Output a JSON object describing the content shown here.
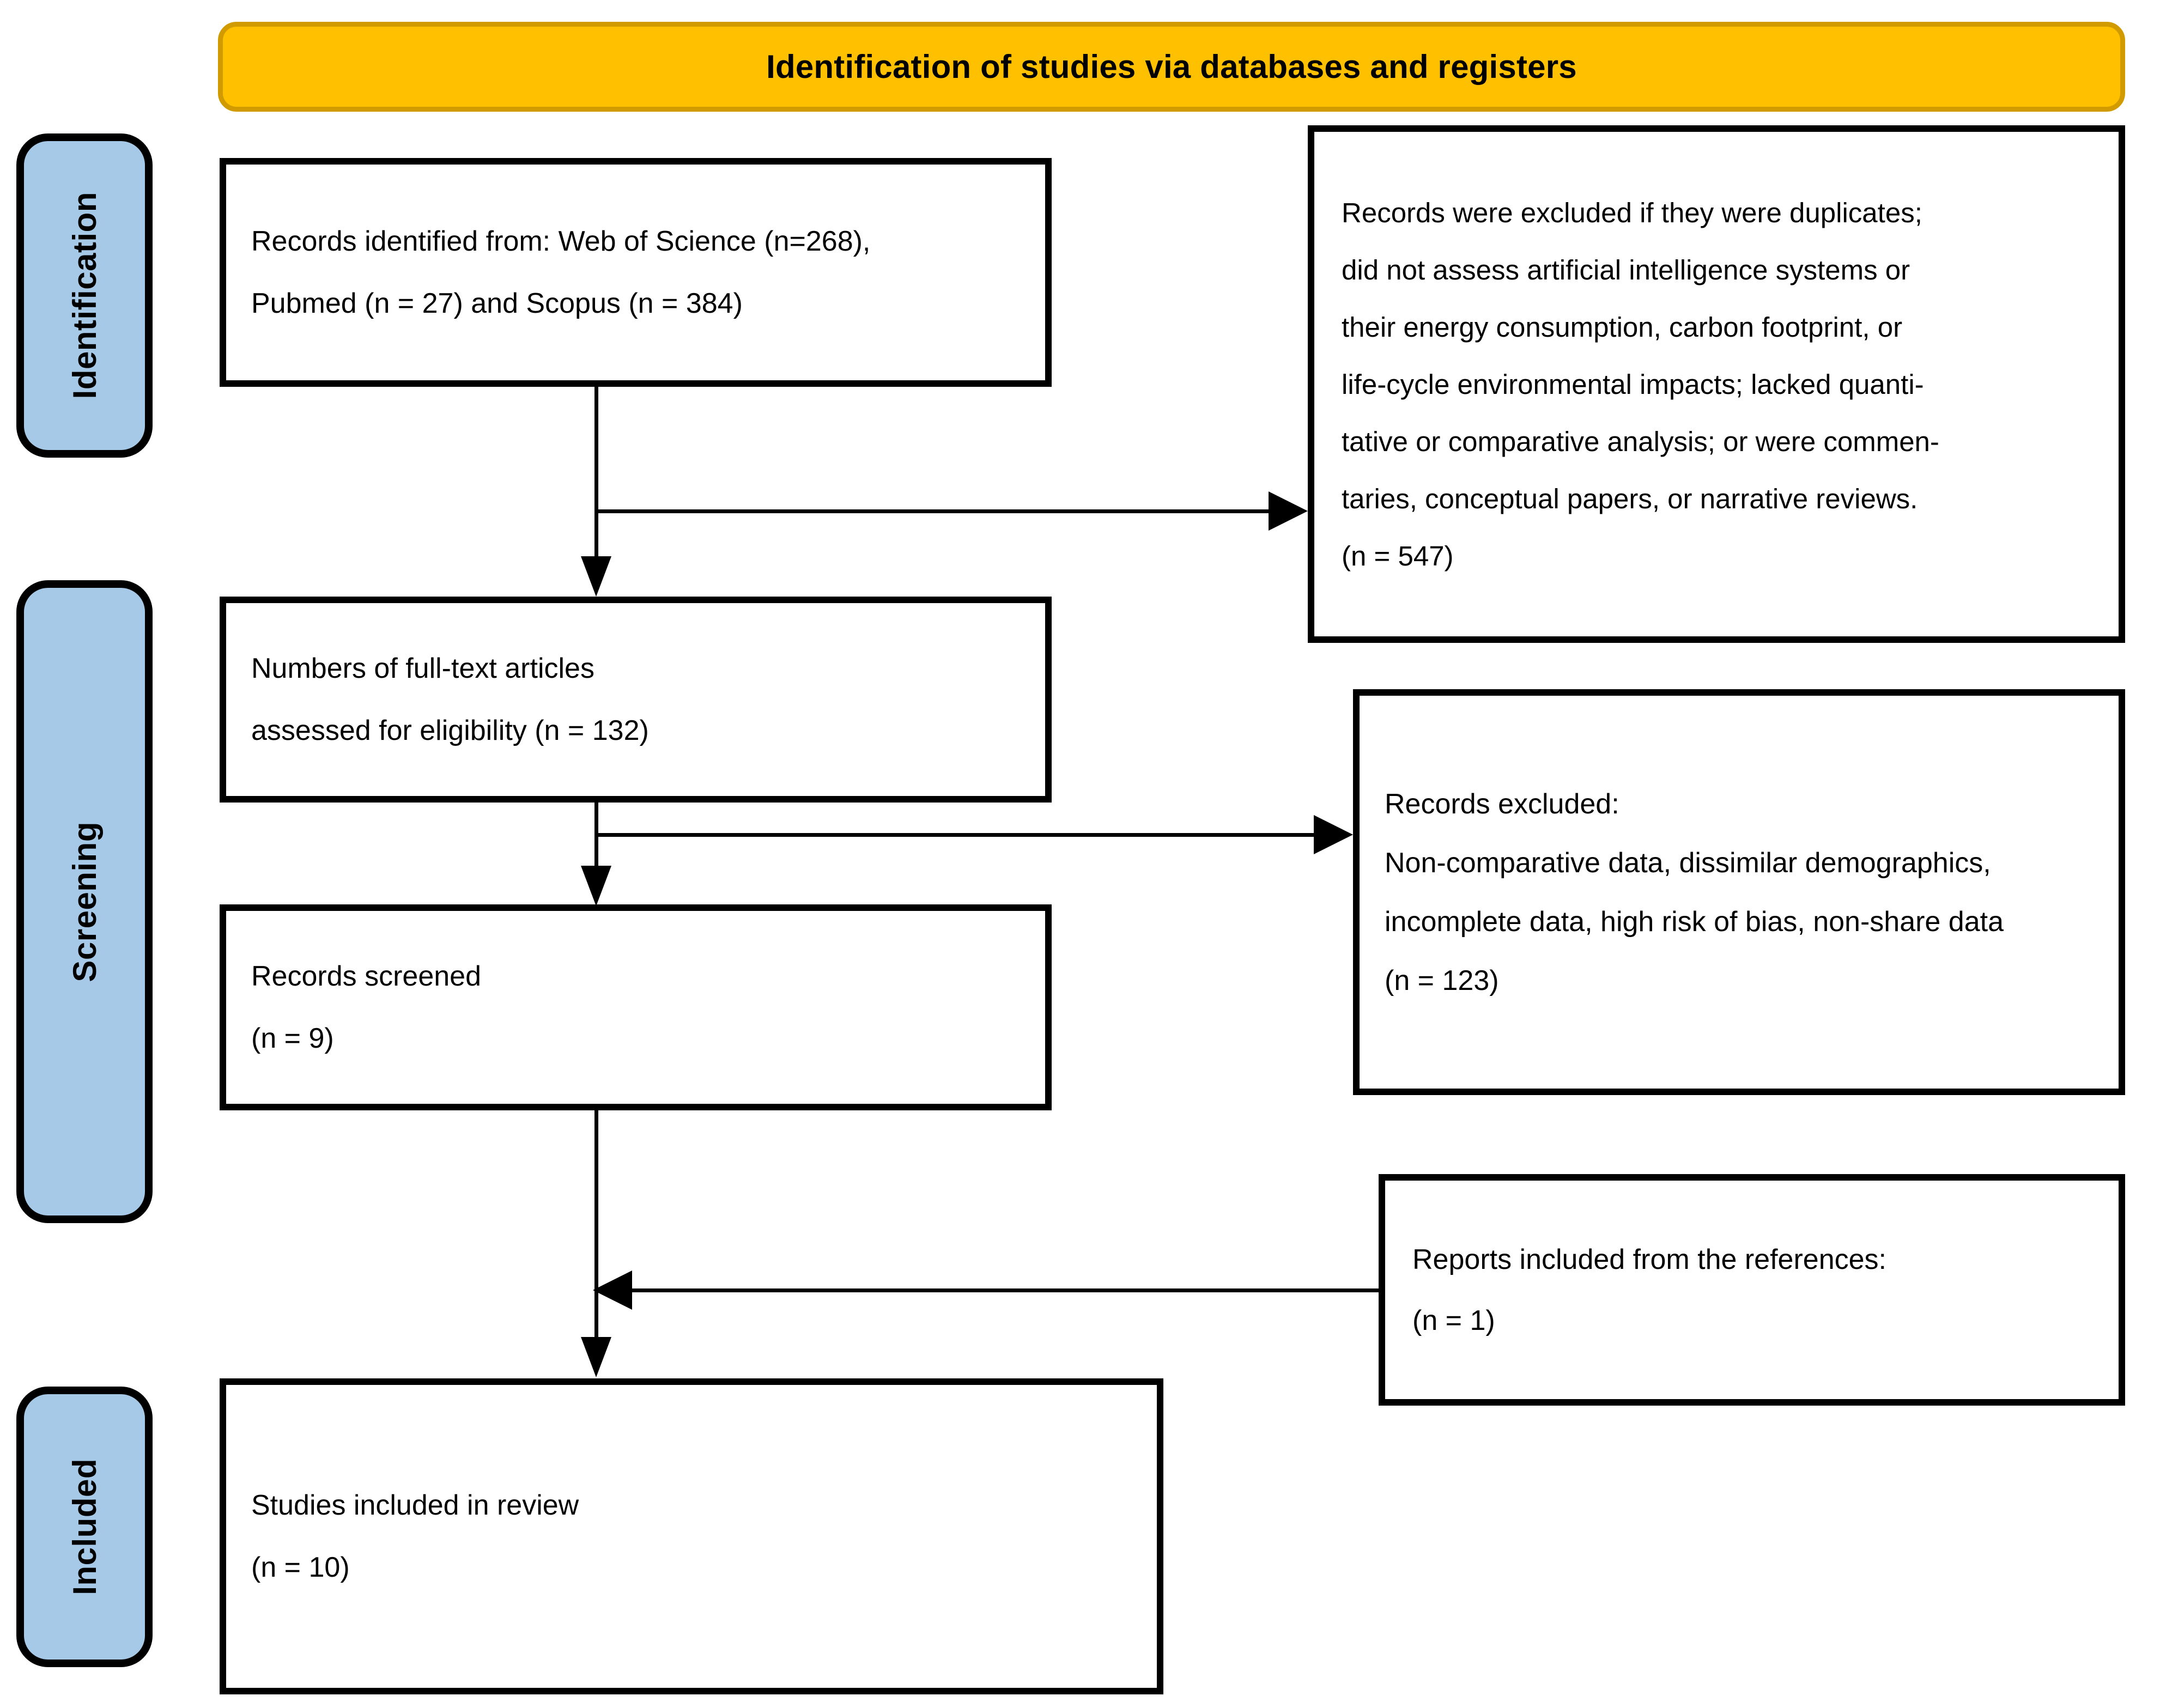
{
  "banner": {
    "title": "Identification of studies via databases and registers",
    "fill_color": "#FFC000",
    "border_color": "#D19B00"
  },
  "stages": [
    {
      "key": "identification",
      "label": "Identification",
      "fill_color": "#A6C9E8"
    },
    {
      "key": "screening",
      "label": "Screening",
      "fill_color": "#A6C9E8"
    },
    {
      "key": "included",
      "label": "Included",
      "fill_color": "#A6C9E8"
    }
  ],
  "boxes": {
    "identified": {
      "line1": "Records identified from: Web of Science (n=268),",
      "line2": "Pubmed (n = 27) and Scopus (n = 384)"
    },
    "excluded_duplicates": {
      "line1": "Records were excluded if they were duplicates;",
      "line2": "did not assess artificial intelligence systems or",
      "line3": "their energy consumption, carbon footprint, or",
      "line4": "life-cycle environmental impacts; lacked quanti-",
      "line5": "tative or comparative analysis; or were commen-",
      "line6": "taries, conceptual papers, or narrative reviews.",
      "line7": "(n = 547)"
    },
    "fulltext": {
      "line1": "Numbers of full-text articles",
      "line2": "assessed for eligibility (n = 132)"
    },
    "excluded_records": {
      "line1": "Records excluded:",
      "line2": "Non-comparative data, dissimilar demographics,",
      "line3": "incomplete data, high risk of bias, non-share data",
      "line4": "(n = 123)"
    },
    "screened": {
      "line1": "Records screened",
      "line2": "(n = 9)"
    },
    "references": {
      "line1": "Reports included from the references:",
      "line2": "(n = 1)"
    },
    "included": {
      "line1": "Studies included in review",
      "line2": "(n = 10)"
    }
  },
  "counts": {
    "web_of_science": 268,
    "pubmed": 27,
    "scopus": 384,
    "excluded_identification": 547,
    "full_text_assessed": 132,
    "excluded_screening": 123,
    "records_screened": 9,
    "reports_from_references": 1,
    "studies_included": 10
  }
}
